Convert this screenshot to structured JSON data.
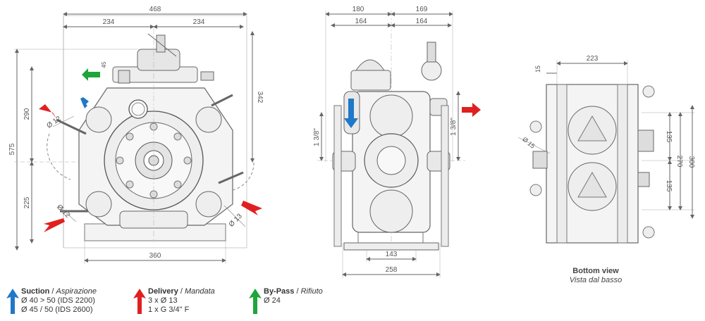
{
  "front_view": {
    "dims": {
      "top_total": "468",
      "top_left": "234",
      "top_right": "234",
      "height_total": "575",
      "height_upper": "290",
      "height_lower": "225",
      "right_342": "342",
      "base_width": "360",
      "dia_a": "Ø 12",
      "dia_b": "Ø 12",
      "dia_c": "Ø 13",
      "small": "45"
    }
  },
  "side_view": {
    "dims": {
      "top_left": "180",
      "top_right": "169",
      "sub_left": "164",
      "sub_right": "164",
      "thread_left": "1 3/8\"",
      "thread_right": "1 3/8\"",
      "inner_143": "143",
      "outer_258": "258"
    }
  },
  "bottom_view": {
    "title": "Bottom view",
    "subtitle": "Vista dal basso",
    "dims": {
      "top_223": "223",
      "small_15": "15",
      "dia_15": "Ø 15",
      "v135a": "135",
      "v270": "270",
      "v135b": "135",
      "v300": "300"
    }
  },
  "legend": [
    {
      "name": "Suction",
      "name_it": "Aspirazione",
      "lines": [
        "Ø 40 > 50 (IDS 2200)",
        "Ø 45 / 50 (IDS 2600)"
      ],
      "color": "#1f78c8",
      "icon": "arrow-up-icon"
    },
    {
      "name": "Delivery",
      "name_it": "Mandata",
      "lines": [
        "3 x Ø 13",
        "1 x G 3/4\" F"
      ],
      "color": "#e02020",
      "icon": "arrow-up-icon"
    },
    {
      "name": "By-Pass",
      "name_it": "Rifiuto",
      "lines": [
        "Ø 24"
      ],
      "color": "#1fa53a",
      "icon": "arrow-up-icon"
    }
  ],
  "colors": {
    "line": "#777777",
    "dim": "#666666",
    "blue": "#1f78c8",
    "red": "#e02020",
    "green": "#1fa53a"
  }
}
